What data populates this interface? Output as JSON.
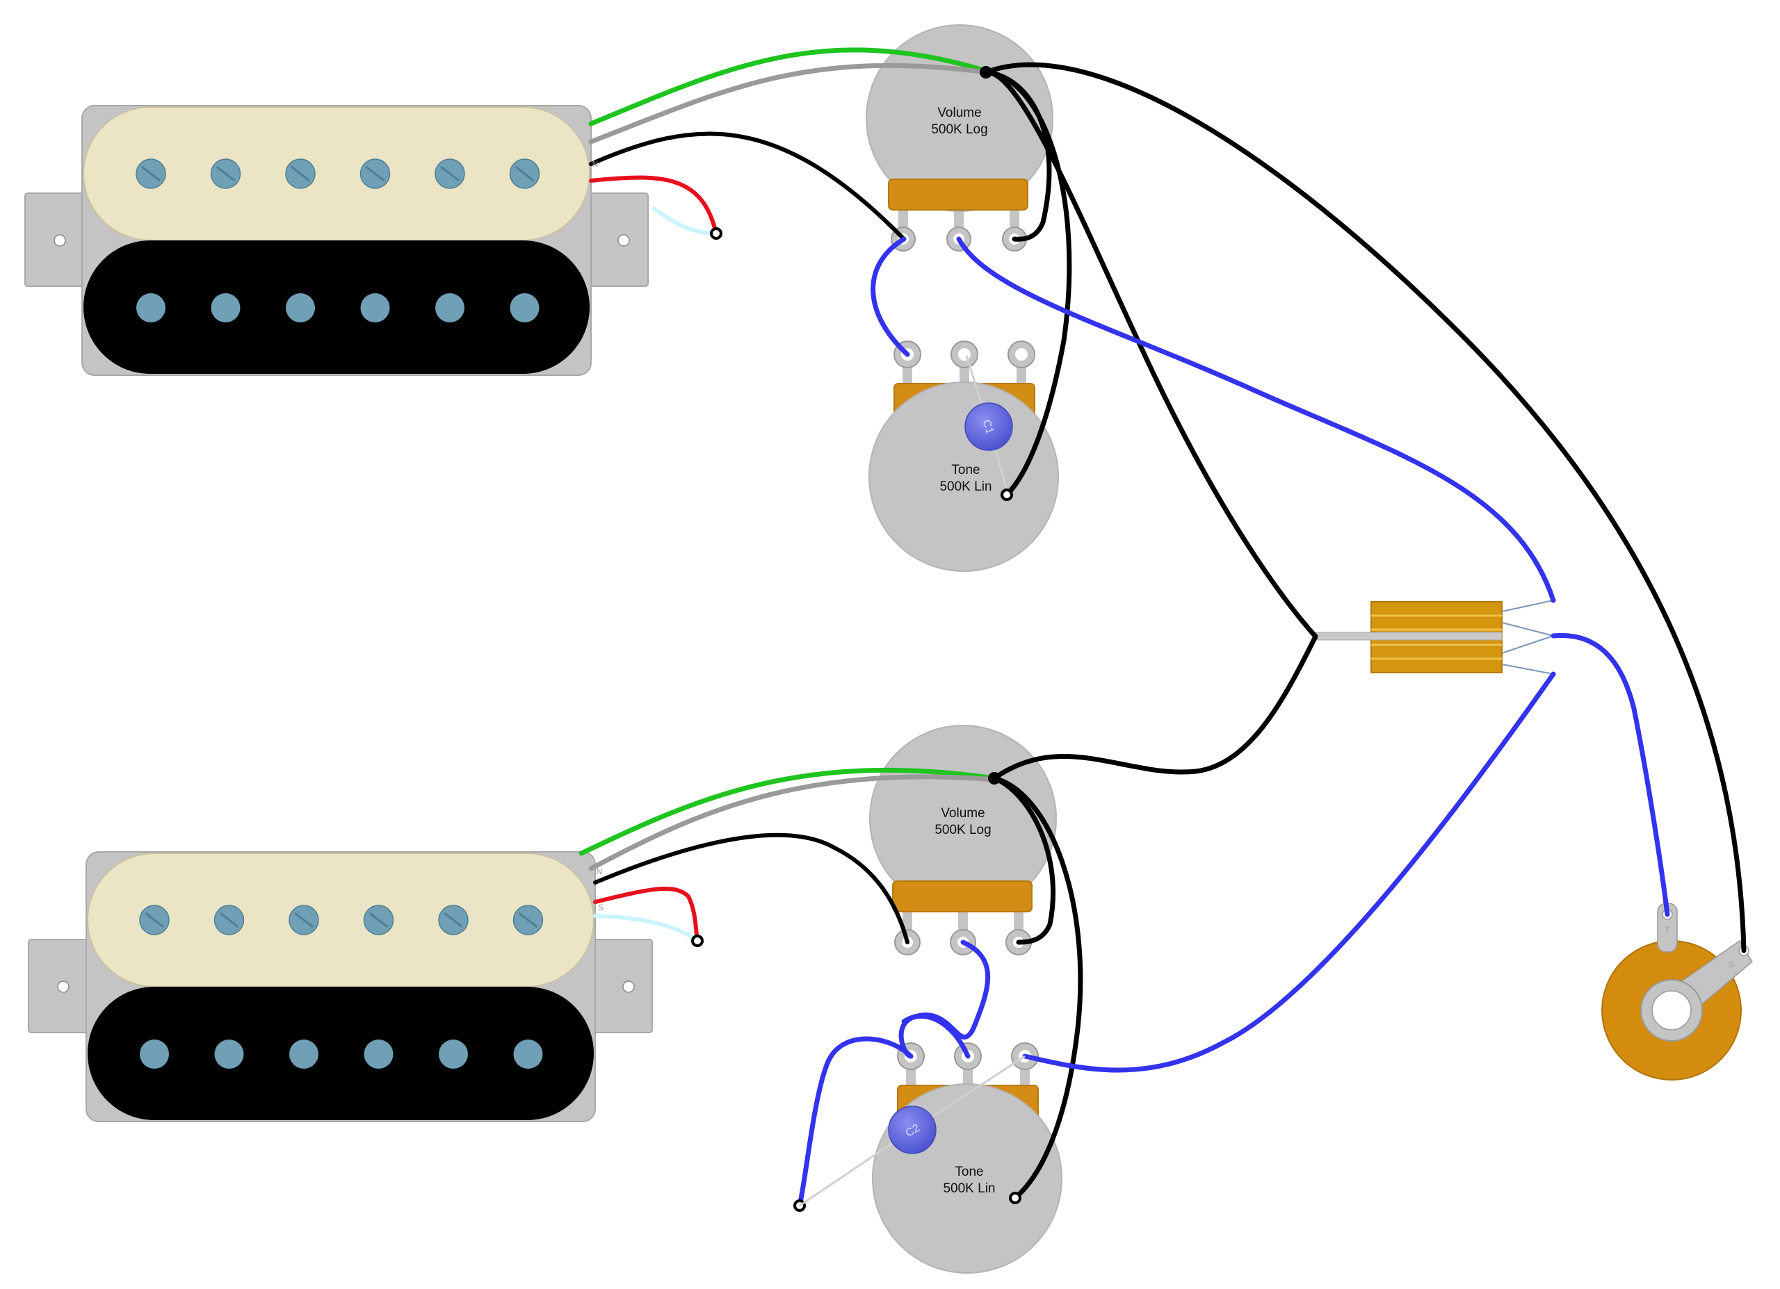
{
  "colors": {
    "wire_green": "#1fc41f",
    "wire_bare": "#9a9a9a",
    "wire_black": "#000000",
    "wire_red": "#e8101c",
    "wire_white": "#ccf4ff",
    "wire_blue": "#3333ee",
    "pot_body": "#c2c2c2",
    "pot_bracket": "#d38c14",
    "cream_coil": "#ebe4c5",
    "black_coil": "#000000",
    "pole_piece": "#6fa0b6",
    "baseplate": "#c4c4c4",
    "capacitor": "#5a5fd9",
    "jack": "#d38c0e",
    "switch": "#d4950f"
  },
  "pickups": [
    {
      "name": "neck-humbucker",
      "pole_count": 6
    },
    {
      "name": "bridge-humbucker",
      "pole_count": 6
    }
  ],
  "pots": {
    "neck_volume": {
      "title": "Volume",
      "value": "500K Log"
    },
    "neck_tone": {
      "title": "Tone",
      "value": "500K Lin"
    },
    "bridge_volume": {
      "title": "Volume",
      "value": "500K Log"
    },
    "bridge_tone": {
      "title": "Tone",
      "value": "500K Lin"
    }
  },
  "capacitors": {
    "c1": "C1",
    "c2": "C2"
  },
  "output_jack": {
    "tip_label": "T",
    "sleeve_label": "S"
  },
  "pickup_lead_labels": {
    "neck_black": "N",
    "bridge_black": "N",
    "bridge_red": "S"
  },
  "switch": {
    "type": "3-way toggle"
  }
}
